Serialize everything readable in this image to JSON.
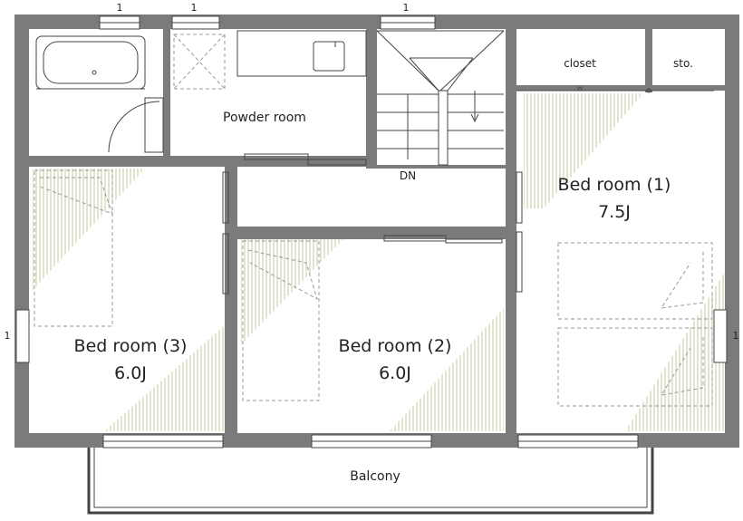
{
  "plan": {
    "rooms": {
      "powder": {
        "name": "Powder room"
      },
      "closet": {
        "name": "closet"
      },
      "storage": {
        "name": "sto."
      },
      "bed1": {
        "name": "Bed room (1)",
        "size": "7.5J"
      },
      "bed2": {
        "name": "Bed room (2)",
        "size": "6.0J"
      },
      "bed3": {
        "name": "Bed room (3)",
        "size": "6.0J"
      },
      "balcony": {
        "name": "Balcony"
      }
    },
    "stairs": {
      "direction_label": "DN"
    },
    "window_marks": {
      "mark": "1"
    },
    "colors": {
      "wall": "#7b7b7b",
      "light_stripe": "#c8c89c",
      "line": "#444444",
      "dashed": "#999999"
    }
  }
}
